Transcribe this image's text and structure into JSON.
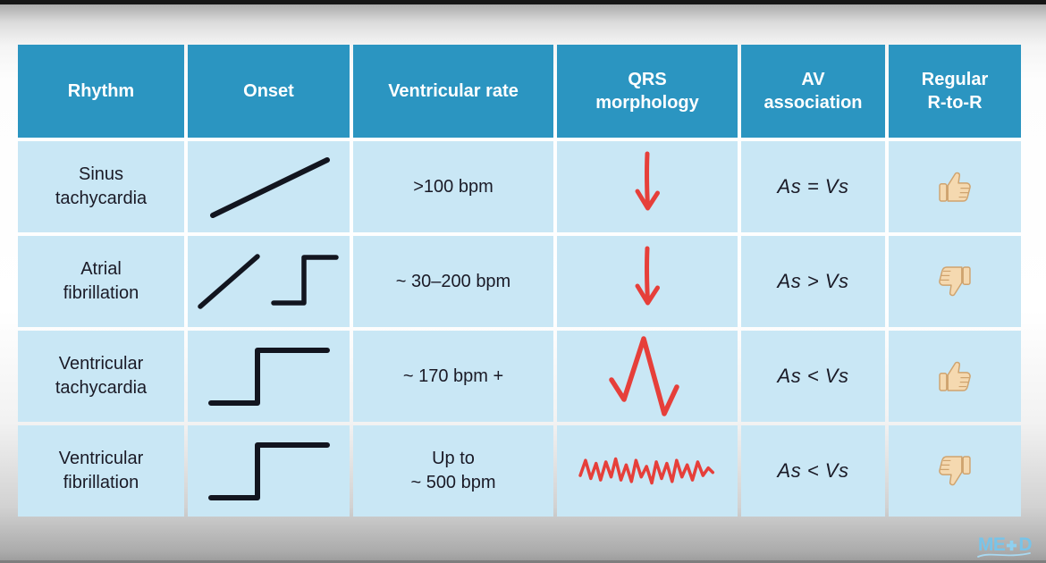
{
  "table": {
    "headers": [
      "Rhythm",
      "Onset",
      "Ventricular rate",
      "QRS\nmorphology",
      "AV\nassociation",
      "Regular\nR-to-R"
    ],
    "rows": [
      {
        "rhythm": "Sinus\ntachycardia",
        "onset_icon": "gradual-slope",
        "rate": ">100 bpm",
        "qrs_icon": "narrow-down-arrow",
        "av": "As = Vs",
        "rr_icon": "thumbs-up"
      },
      {
        "rhythm": "Atrial\nfibrillation",
        "onset_icon": "gradual-slope-and-sudden-step",
        "rate": "~ 30–200 bpm",
        "qrs_icon": "narrow-down-arrow",
        "av": "As > Vs",
        "rr_icon": "thumbs-down"
      },
      {
        "rhythm": "Ventricular\ntachycardia",
        "onset_icon": "sudden-step",
        "rate": "~ 170 bpm +",
        "qrs_icon": "wide-spike",
        "av": "As < Vs",
        "rr_icon": "thumbs-up"
      },
      {
        "rhythm": "Ventricular\nfibrillation",
        "onset_icon": "sudden-step",
        "rate": "Up to\n~ 500 bpm",
        "qrs_icon": "chaotic-zigzag",
        "av": "As < Vs",
        "rr_icon": "thumbs-down"
      }
    ]
  },
  "logo": {
    "left": "ME",
    "right": "D"
  },
  "colors": {
    "header_teal": "#2b95c1",
    "cell_blue": "#c9e7f5",
    "qrs_red": "#e63f3a",
    "onset_line": "#12151f",
    "logo_blue": "#78c4e9"
  }
}
